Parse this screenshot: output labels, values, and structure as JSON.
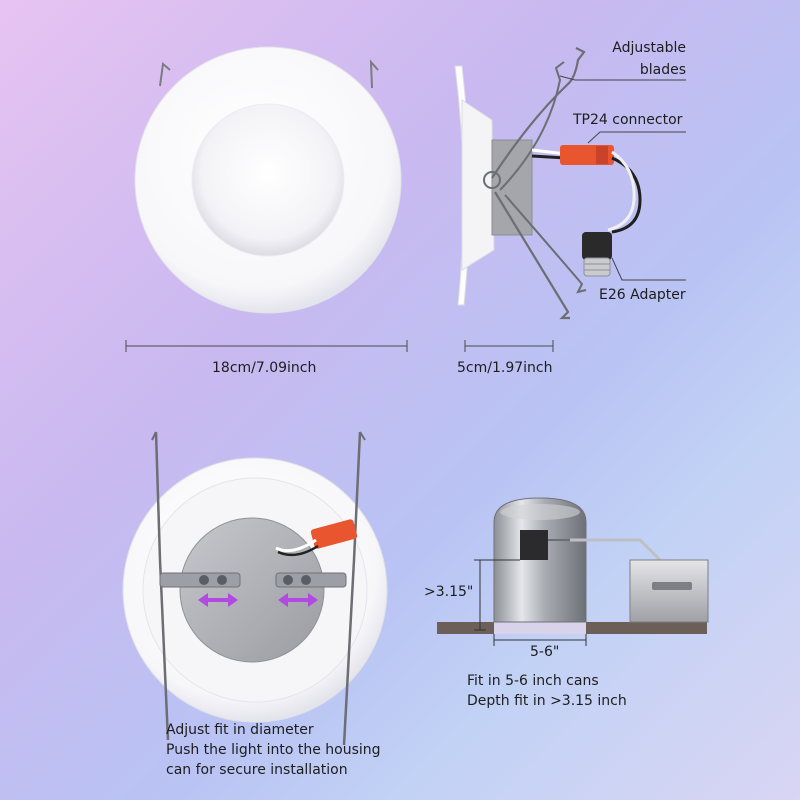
{
  "labels": {
    "adjustable_blades_line1": "Adjustable",
    "adjustable_blades_line2": "blades",
    "tp24_connector": "TP24 connector",
    "e26_adapter": "E26 Adapter",
    "diameter_dim": "18cm/7.09inch",
    "depth_dim": "5cm/1.97inch",
    "can_depth_dim": ">3.15\"",
    "can_width_dim": "5-6\"",
    "fit_line1": "Fit in 5-6 inch cans",
    "fit_line2": "Depth fit in >3.15 inch",
    "adjust_line1": "Adjust fit in diameter",
    "adjust_line2": "Push the light into the housing",
    "adjust_line3": "can for secure installation"
  },
  "colors": {
    "connector": "#e8552e",
    "arrow": "#b04ae0",
    "trim": "#ffffff"
  }
}
